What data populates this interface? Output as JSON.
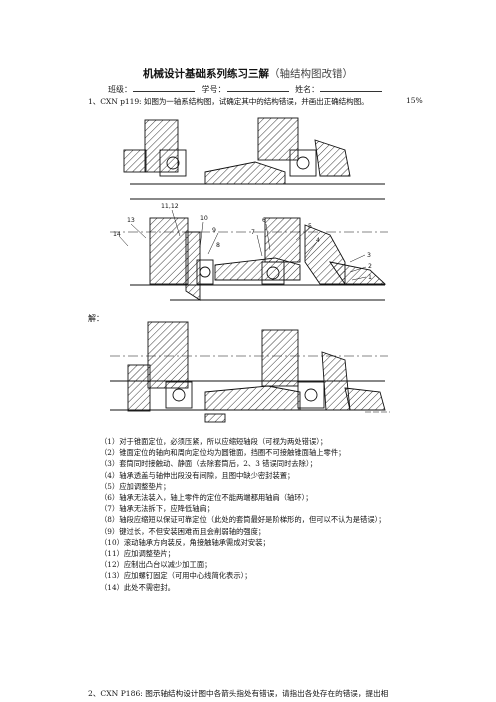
{
  "header": {
    "title_main": "机械设计基础系列练习三解",
    "title_sub": "（轴结构图改错）",
    "class_label": "班级：",
    "id_label": "学号：",
    "name_label": "姓名："
  },
  "question1": {
    "text": "1、CXN p119: 如图为一轴系结构图，试确定其中的结构错误，并画出正确结构图。",
    "points": "15%"
  },
  "figure1": {
    "labels": [
      "13",
      "11,12",
      "10",
      "9",
      "8",
      "14",
      "7",
      "6",
      "5",
      "4",
      "3",
      "2",
      "1"
    ]
  },
  "answer_label": "解：",
  "answers": [
    "（1）对于锥面定位，必须压紧，所以应缩短轴段（可视为两处错误）；",
    "（2）锥面定位的轴向和周向定位均为圆锥面，挡圈不可接触锥面轴上零件；",
    "（3）套筒同时接触动、静面（去除套筒后，2、3 错误同时去除）；",
    "（4）轴承透盖与轴伸出段没有间隙，且图中缺少密封装置；",
    "（5）应加调整垫片；",
    "（6）轴承无法装入，轴上零件的定位不能两端都用轴肩（轴环）；",
    "（7）轴承无法拆下，应降低轴肩；",
    "（8）轴段应缩短以保证可靠定位（此处的套筒最好是阶梯形的，但可以不认为是错误）；",
    "（9）键过长，不但安装困难而且会削弱轴的强度；",
    "（10）滚动轴承方向装反，角接触轴承需成对安装；",
    "（11）应加调整垫片；",
    "（12）应制出凸台以减少加工面；",
    "（13）应加螺钉固定（可用中心线简化表示）；",
    "（14）此处不需密封。"
  ],
  "question2": {
    "text": "2、CXN P186: 图示轴结构设计图中各箭头指处有错误，请指出各处存在的错误，提出相"
  }
}
